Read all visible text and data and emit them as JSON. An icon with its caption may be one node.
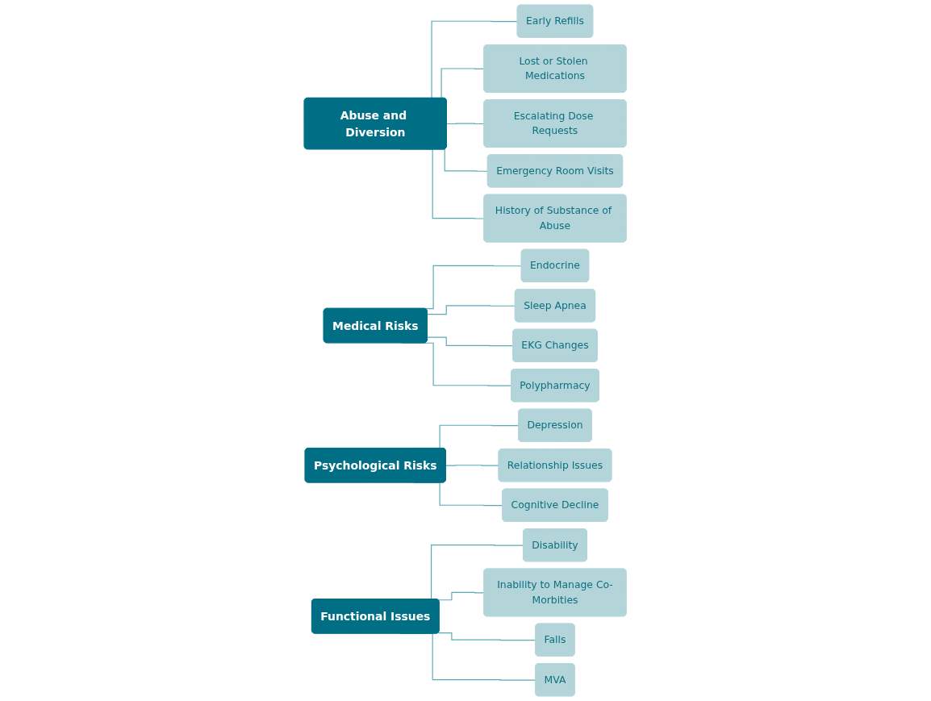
{
  "diagram": {
    "nodes": [
      {
        "text": [
          "Abuse and Diversion"
        ]
      },
      {
        "text": [
          "Early Refills"
        ]
      },
      {
        "text": [
          "Lost or Stolen Medications"
        ]
      },
      {
        "text": [
          "Escalating Dose Requests"
        ]
      },
      {
        "text": [
          "Emergency Room Visits"
        ]
      },
      {
        "text": [
          "History of Substance of Abuse"
        ]
      },
      {
        "text": [
          "Medical Risks"
        ]
      },
      {
        "text": [
          "Endocrine"
        ]
      },
      {
        "text": [
          "Sleep Apnea"
        ]
      },
      {
        "text": [
          "EKG Changes"
        ]
      },
      {
        "text": [
          "Polypharmacy"
        ]
      },
      {
        "text": [
          "Psychological Risks"
        ]
      },
      {
        "text": [
          "Depression"
        ]
      },
      {
        "text": [
          "Relationship Issues"
        ]
      },
      {
        "text": [
          "Cognitive Decline"
        ]
      },
      {
        "text": [
          "Functional Issues"
        ]
      },
      {
        "text": [
          "Disability"
        ]
      },
      {
        "text": [
          "Inability to Manage Co-Morbities"
        ]
      },
      {
        "text": [
          "Falls"
        ]
      },
      {
        "text": [
          "MVA"
        ]
      }
    ],
    "edges": [
      {
        "from": 0,
        "to": 1,
        "arrow": "none"
      },
      {
        "from": 0,
        "to": 2,
        "arrow": "none"
      },
      {
        "from": 0,
        "to": 3,
        "arrow": "none"
      },
      {
        "from": 0,
        "to": 4,
        "arrow": "none"
      },
      {
        "from": 0,
        "to": 5,
        "arrow": "none"
      },
      {
        "from": 6,
        "to": 7,
        "arrow": "none"
      },
      {
        "from": 6,
        "to": 8,
        "arrow": "none"
      },
      {
        "from": 6,
        "to": 9,
        "arrow": "none"
      },
      {
        "from": 6,
        "to": 10,
        "arrow": "none"
      },
      {
        "from": 11,
        "to": 12,
        "arrow": "none"
      },
      {
        "from": 11,
        "to": 13,
        "arrow": "none"
      },
      {
        "from": 11,
        "to": 14,
        "arrow": "none"
      },
      {
        "from": 15,
        "to": 16,
        "arrow": "none"
      },
      {
        "from": 15,
        "to": 17,
        "arrow": "none"
      },
      {
        "from": 15,
        "to": 18,
        "arrow": "none"
      },
      {
        "from": 15,
        "to": 19,
        "arrow": "none"
      }
    ]
  }
}
